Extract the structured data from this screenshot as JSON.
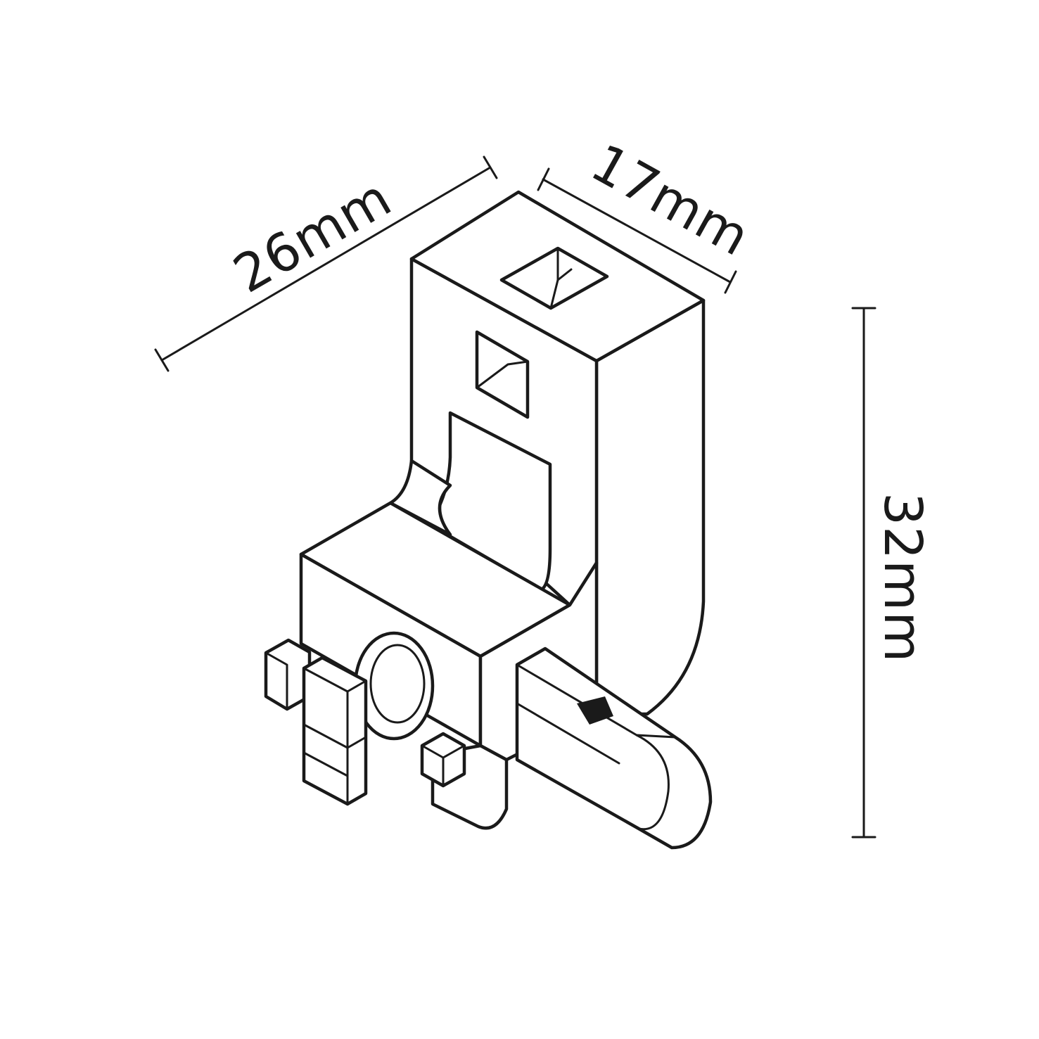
{
  "dimensions": {
    "width_label": "26mm",
    "depth_label": "17mm",
    "height_label": "32mm"
  },
  "colors": {
    "line": "#1a1a1a",
    "background": "#ffffff"
  }
}
